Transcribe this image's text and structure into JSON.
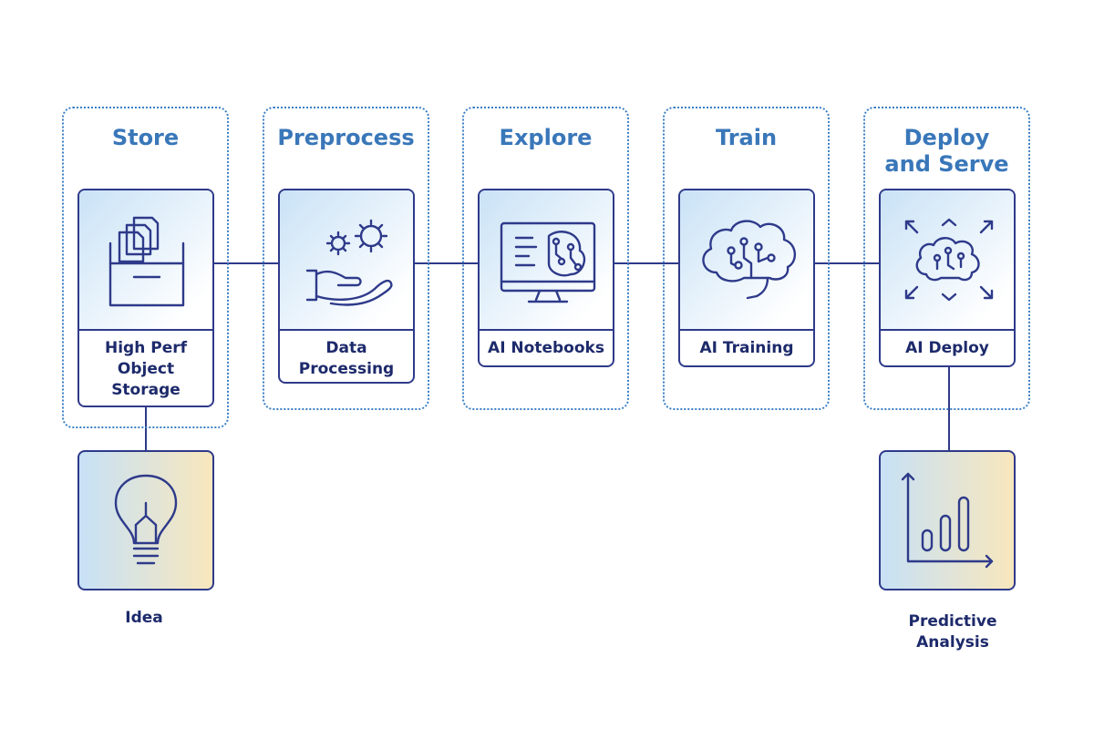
{
  "stages": [
    {
      "title": "Store",
      "card_label": "High Perf\nObject\nStorage",
      "icon": "storage-box-icon"
    },
    {
      "title": "Preprocess",
      "card_label": "Data\nProcessing",
      "icon": "hand-gears-icon"
    },
    {
      "title": "Explore",
      "card_label": "AI Notebooks",
      "icon": "monitor-notebook-icon"
    },
    {
      "title": "Train",
      "card_label": "AI Training",
      "icon": "brain-circuit-icon"
    },
    {
      "title": "Deploy\nand Serve",
      "card_label": "AI Deploy",
      "icon": "brain-expand-icon"
    }
  ],
  "inputs": {
    "label": "Idea",
    "icon": "lightbulb-icon"
  },
  "outputs": {
    "label": "Predictive\nAnalysis",
    "icon": "bar-chart-icon"
  },
  "colors": {
    "stage_title": "#3977b9",
    "stroke": "#2e3a8a",
    "dotted_border": "#3b7fc4",
    "gradient_blue": "#c9e2f6",
    "gradient_yellow": "#f8e7bd"
  }
}
